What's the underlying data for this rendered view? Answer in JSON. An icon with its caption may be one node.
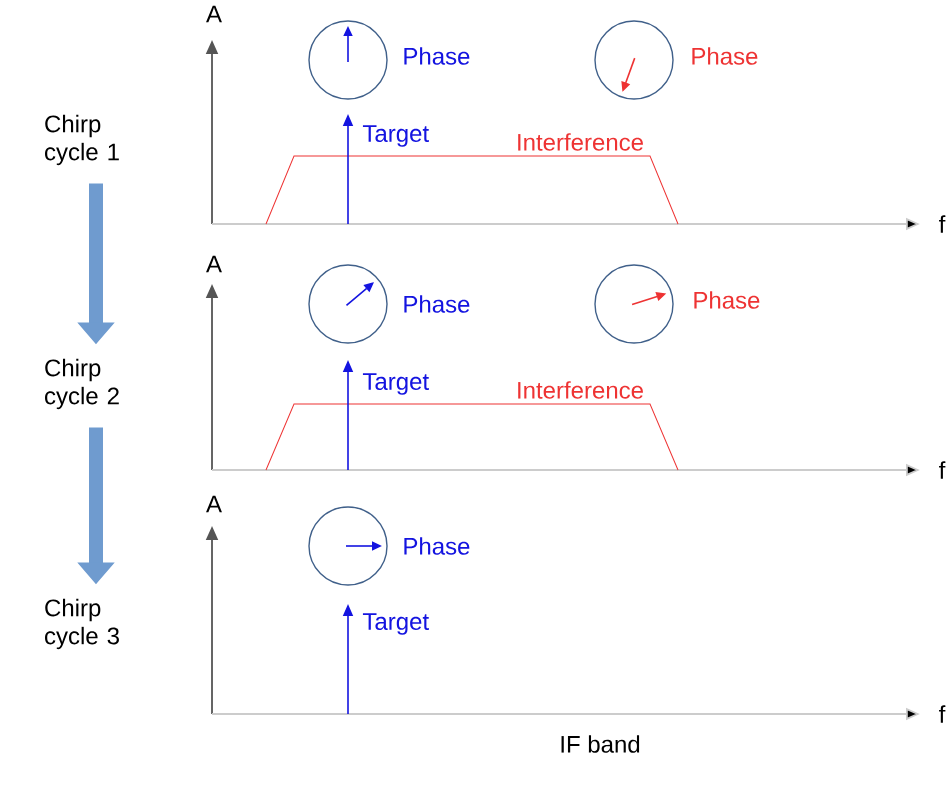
{
  "diagram": {
    "nodes": [
      {
        "text": [
          "Chirp cycle 1"
        ]
      },
      {
        "text": [
          "Chirp cycle 2"
        ]
      },
      {
        "text": [
          "Chirp cycle 3"
        ]
      }
    ],
    "edges": [
      {
        "from": 0,
        "to": 1,
        "arrow": "to"
      },
      {
        "from": 1,
        "to": 2,
        "arrow": "to"
      }
    ],
    "labels": [
      "A",
      "Phase",
      "Phase",
      "Target",
      "Interference",
      "f",
      "A",
      "Phase",
      "Phase",
      "Target",
      "Interference",
      "f",
      "A",
      "Phase",
      "Target",
      "f",
      "IF band"
    ]
  }
}
